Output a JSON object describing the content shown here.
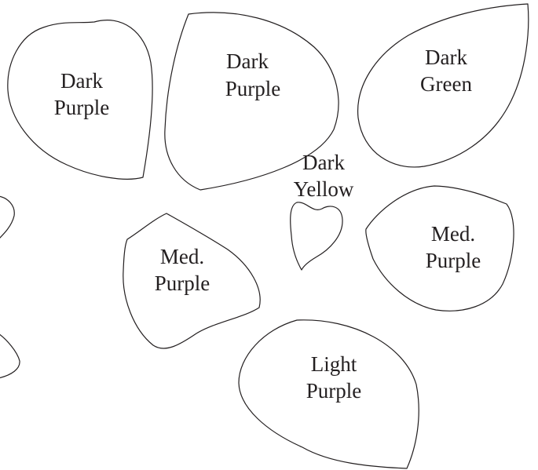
{
  "pieces": [
    {
      "id": "dark-purple-left",
      "line1": "Dark",
      "line2": "Purple"
    },
    {
      "id": "dark-purple-center",
      "line1": "Dark",
      "line2": "Purple"
    },
    {
      "id": "dark-green",
      "line1": "Dark",
      "line2": "Green"
    },
    {
      "id": "dark-yellow",
      "line1": "Dark",
      "line2": "Yellow"
    },
    {
      "id": "med-purple-left",
      "line1": "Med.",
      "line2": "Purple"
    },
    {
      "id": "med-purple-right",
      "line1": "Med.",
      "line2": "Purple"
    },
    {
      "id": "light-purple",
      "line1": "Light",
      "line2": "Purple"
    },
    {
      "id": "partial-edge-upper",
      "line1": "",
      "line2": ""
    },
    {
      "id": "partial-edge-lower",
      "line1": "",
      "line2": ""
    }
  ]
}
